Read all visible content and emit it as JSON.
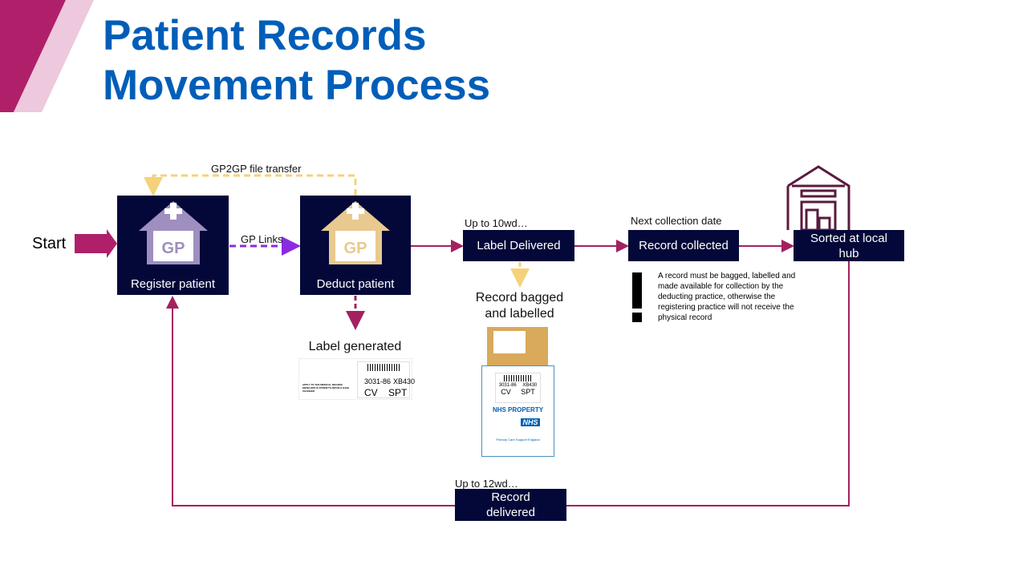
{
  "title": {
    "line1": "Patient Records",
    "line2": "Movement Process"
  },
  "colors": {
    "brand": "#005eb8",
    "box": "#030839",
    "flow": "#a3215f",
    "gp2gp": "#f5d27a",
    "gp_links": "#8a2be2",
    "register_icon": "#9e8fc0",
    "deduct_icon": "#e8c98f"
  },
  "start": "Start",
  "steps": {
    "register": "Register patient",
    "deduct": "Deduct patient",
    "label_delivered": "Label Delivered",
    "record_collected": "Record collected",
    "sorted": "Sorted at local hub",
    "record_delivered": "Record delivered"
  },
  "icons": {
    "register": "gp-house-icon",
    "deduct": "gp-house-icon",
    "hub": "warehouse-icon",
    "warning": "exclamation-icon"
  },
  "gp_icon_text": "GP",
  "annotations": {
    "gp2gp": "GP2GP file transfer",
    "gp_links": "GP Links",
    "up_to_10": "Up to 10wd…",
    "next_collection": "Next collection date",
    "up_to_12": "Up to 12wd…",
    "bagged": "Record bagged and labelled",
    "label_generated": "Label generated",
    "warning": "A record must be bagged, labelled and made available for collection by the deducting practice, otherwise the registering practice will not receive the physical record"
  },
  "label_image": {
    "code": "3031-86",
    "id": "XB430",
    "cv": "CV",
    "spt": "SPT",
    "notice": "APPLY TO THE MEDICAL RECORD ENVELOPE IF PATIENT'S DETAILS HAVE CHANGED"
  },
  "envelope_image": {
    "property": "NHS PROPERTY",
    "logo": "NHS",
    "org": "Primary Care Support England"
  }
}
